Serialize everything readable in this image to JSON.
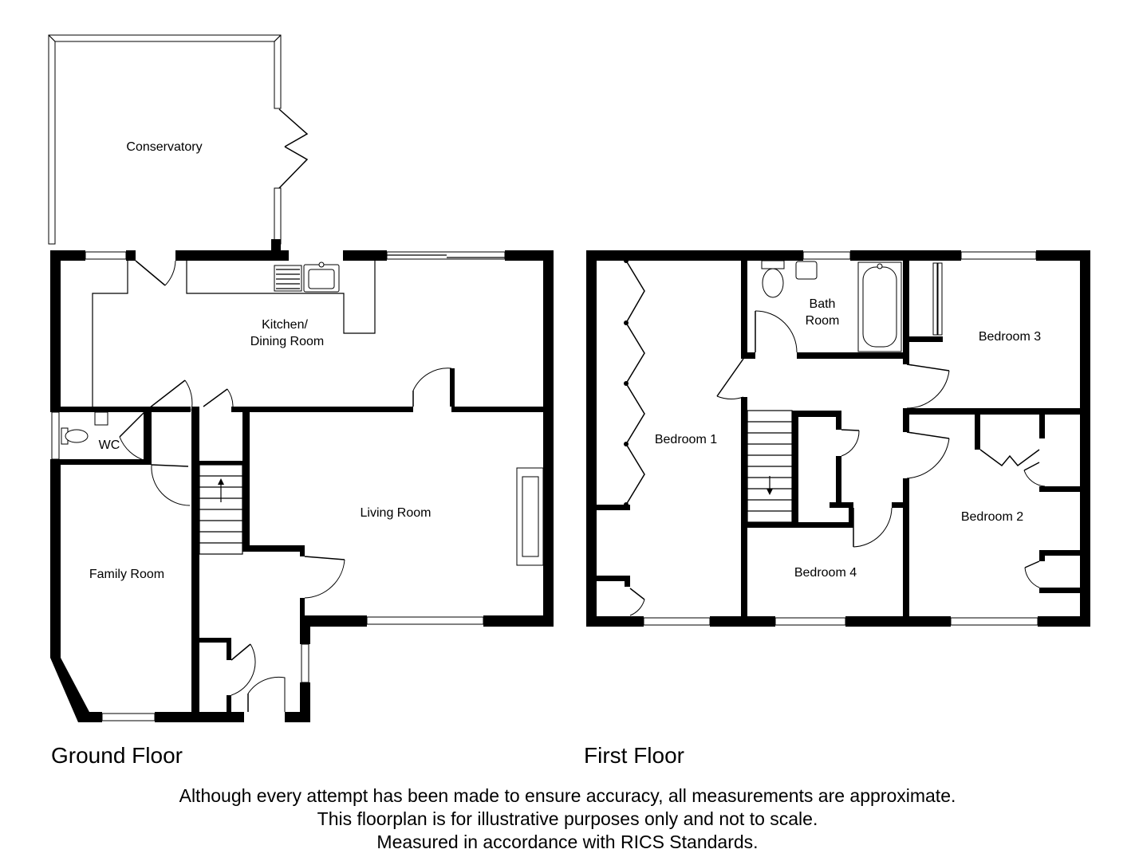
{
  "floors": {
    "ground": {
      "label": "Ground Floor",
      "rooms": {
        "conservatory": "Conservatory",
        "kitchen_line1": "Kitchen/",
        "kitchen_line2": "Dining Room",
        "wc": "WC",
        "living_room": "Living Room",
        "family_room": "Family Room"
      }
    },
    "first": {
      "label": "First Floor",
      "rooms": {
        "bathroom_line1": "Bath",
        "bathroom_line2": "Room",
        "bedroom_1": "Bedroom 1",
        "bedroom_2": "Bedroom 2",
        "bedroom_3": "Bedroom 3",
        "bedroom_4": "Bedroom 4"
      }
    }
  },
  "disclaimer": {
    "line1": "Although every attempt has been made to ensure accuracy, all measurements are approximate.",
    "line2": "This floorplan is for illustrative purposes only and not to scale.",
    "line3": "Measured in accordance with RICS Standards."
  }
}
